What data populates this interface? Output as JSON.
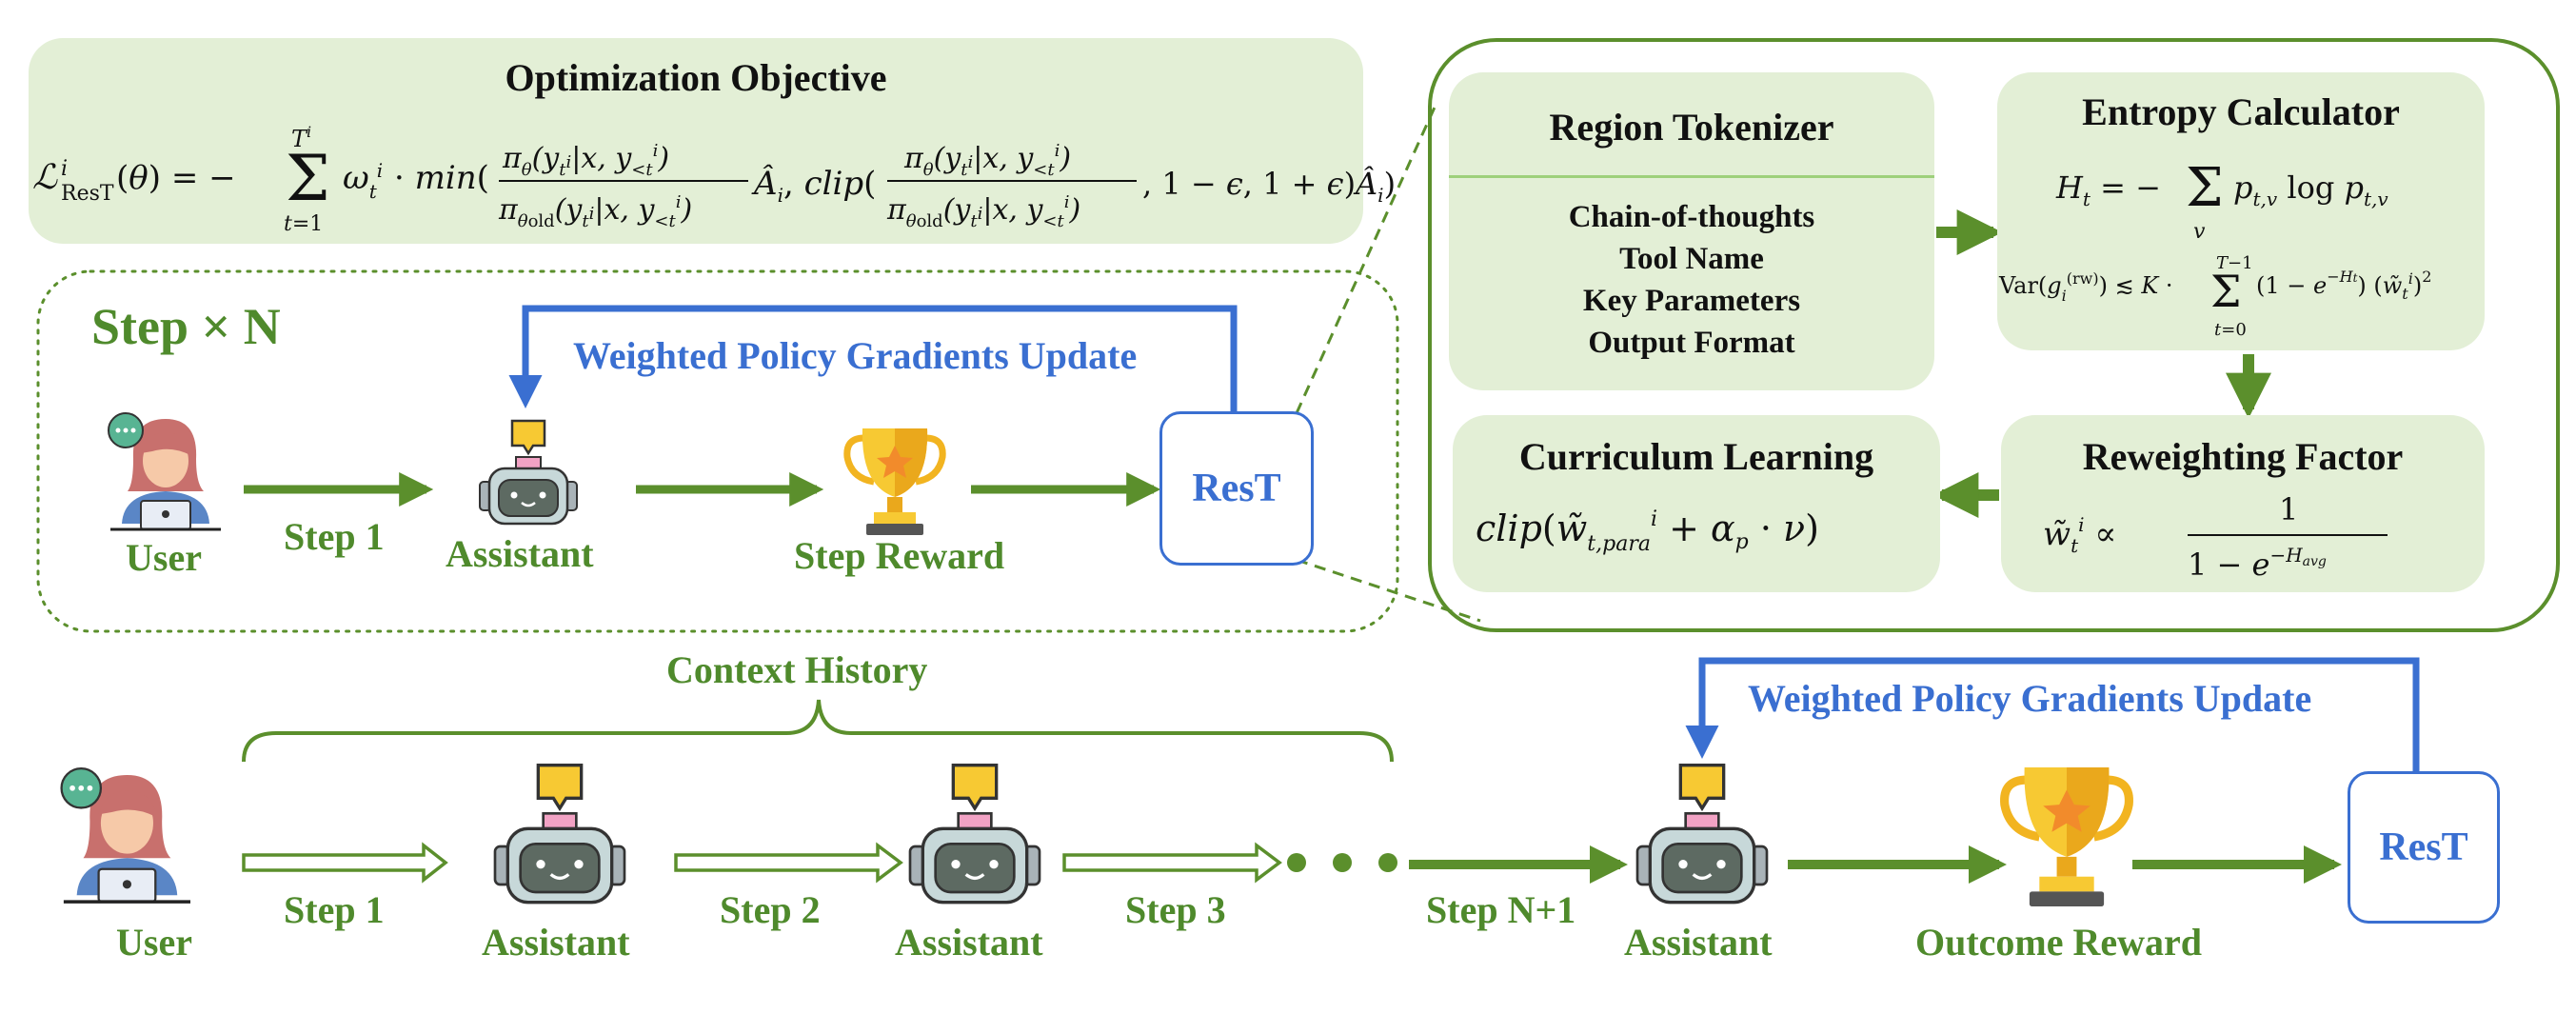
{
  "objective": {
    "title": "Optimization Objective",
    "formula": "ℒ_ResT^i(θ) = − Σ_{t=1}^{T^i} ω_t^i · min( π_θ(y_t^i|x, y_<t^i) / π_θold(y_t^i|x, y_<t^i) Â_i , clip( π_θ(y_t^i|x, y_<t^i) / π_θold(y_t^i|x, y_<t^i) , 1−ϵ, 1+ϵ) Â_i )"
  },
  "step_loop": {
    "title": "Step × N",
    "update_label": "Weighted Policy Gradients Update",
    "user_label": "User",
    "step_label": "Step 1",
    "assistant_label": "Assistant",
    "reward_label": "Step Reward",
    "rest_label": "ResT"
  },
  "detail": {
    "region_tokenizer": {
      "title": "Region Tokenizer",
      "items": [
        "Chain-of-thoughts",
        "Tool Name",
        "Key Parameters",
        "Output Format"
      ]
    },
    "entropy": {
      "title": "Entropy Calculator",
      "formula1": "H_t = − Σ_v p_t,v log p_t,v",
      "formula2": "Var(g_i^(rw)) ≲ K · Σ_{t=0}^{T−1} (1 − e^{−H_t}) (w̃_t^i)²"
    },
    "curriculum": {
      "title": "Curriculum Learning",
      "formula": "clip(w̃_t,para^i + α_p · ν)"
    },
    "reweighting": {
      "title": "Reweighting Factor",
      "formula": "w̃_t^i ∝ 1 / (1 − e^{−H_avg})"
    }
  },
  "bottom": {
    "context_label": "Context History",
    "update_label": "Weighted Policy Gradients Update",
    "user_label": "User",
    "steps": [
      "Step 1",
      "Step 2",
      "Step 3",
      "Step N+1"
    ],
    "assistant_label": "Assistant",
    "reward_label": "Outcome Reward",
    "rest_label": "ResT"
  }
}
